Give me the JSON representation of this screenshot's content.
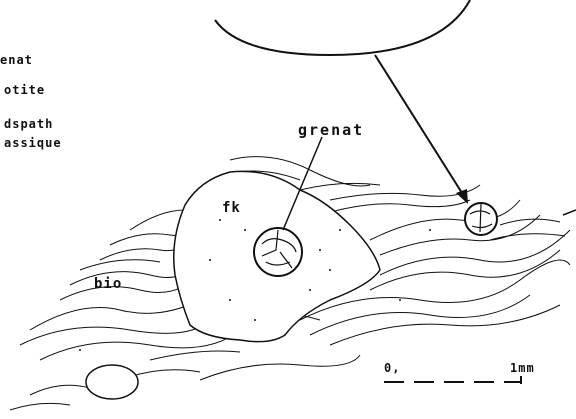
{
  "legend": {
    "items": [
      "enat",
      "otite",
      "dspath",
      "assique"
    ]
  },
  "labels": {
    "grenat": "grenat",
    "fk": "fk",
    "bio": "bio"
  },
  "scale_bar": {
    "start_label": "0,",
    "end_label": "1mm"
  },
  "colors": {
    "ink": "#111111",
    "paper": "#ffffff"
  },
  "icons": [
    "magnifier-callout",
    "garnet-crystal",
    "arrow"
  ]
}
